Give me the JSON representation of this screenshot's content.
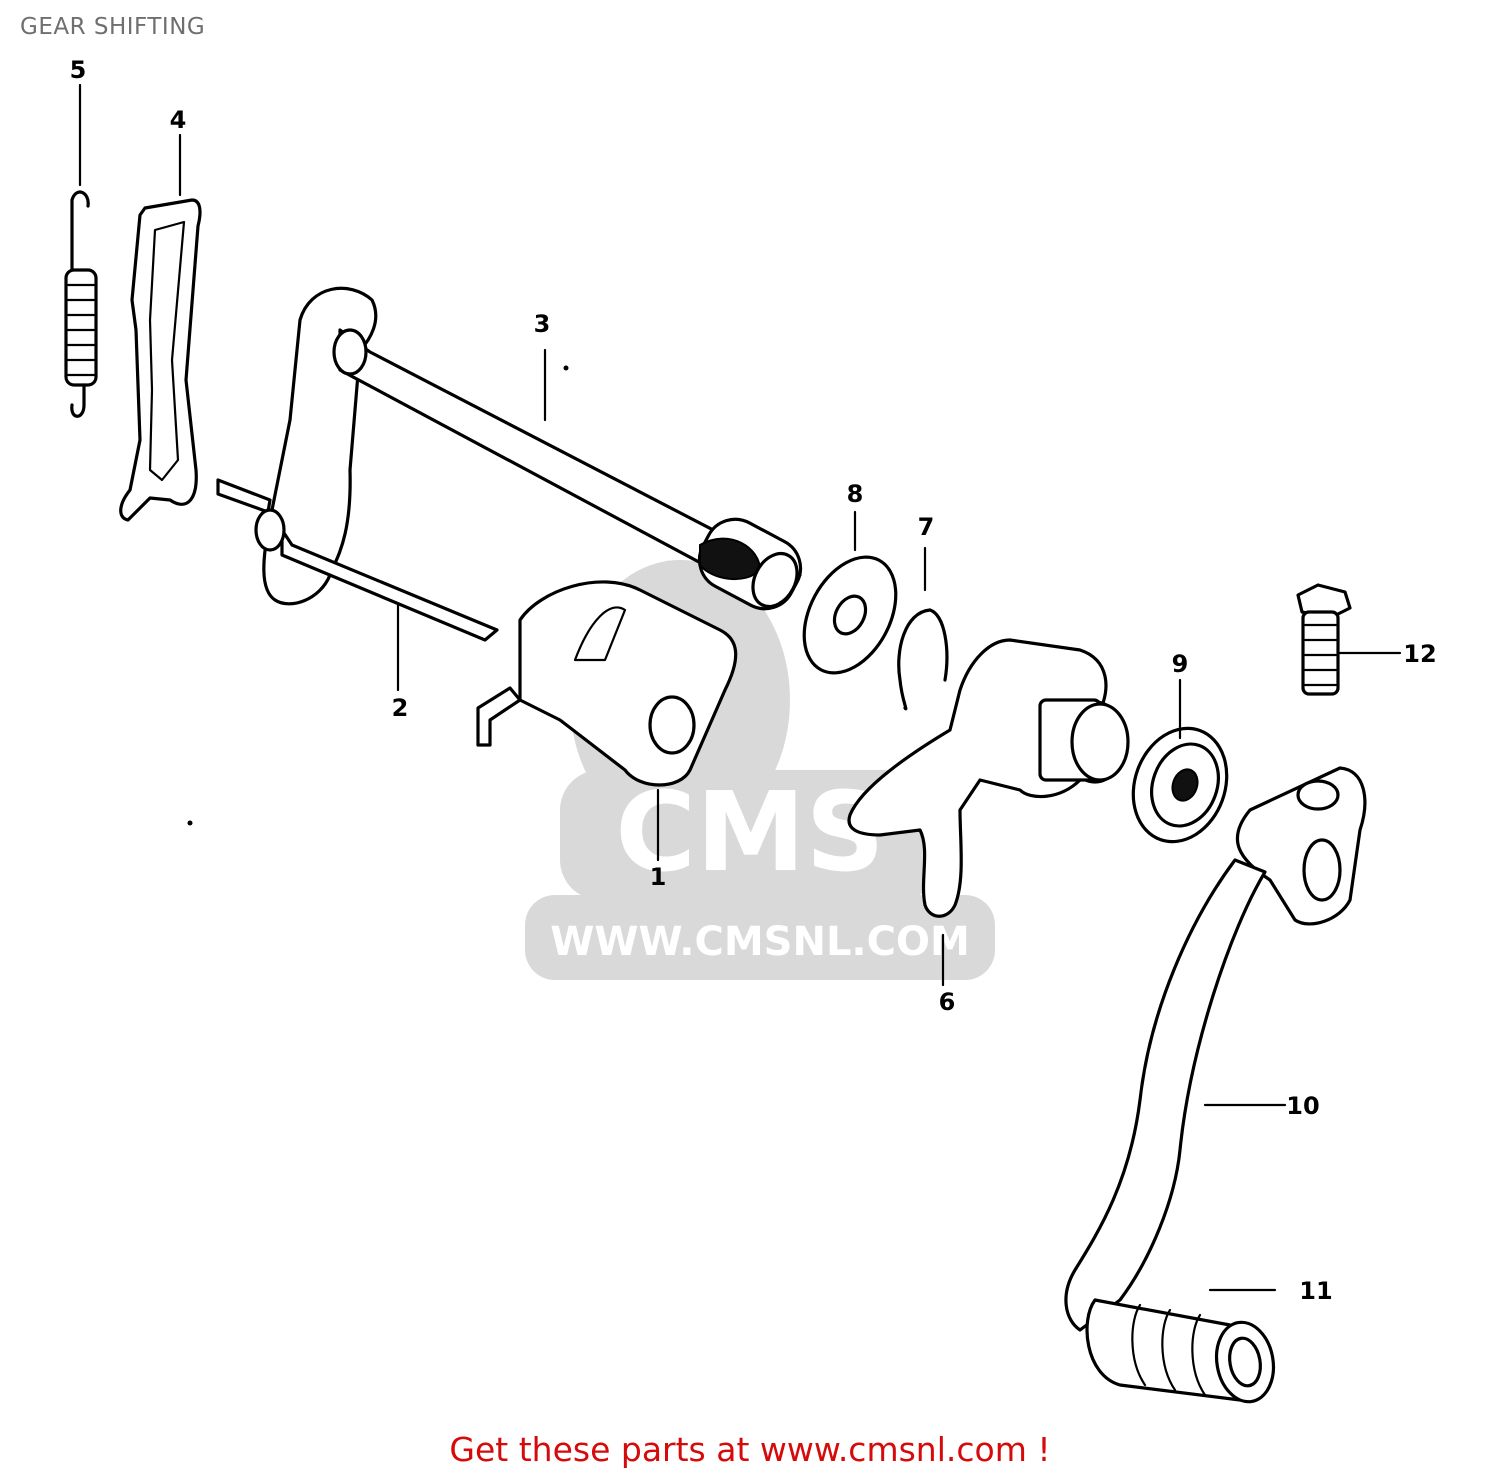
{
  "title": "GEAR SHIFTING",
  "footer": {
    "link_text": "Get these parts at www.cmsnl.com !"
  },
  "watermark": {
    "logo_text": "CMS",
    "url_text": "WWW.CMSNL.COM"
  },
  "callouts": [
    "1",
    "2",
    "3",
    "4",
    "5",
    "6",
    "7",
    "8",
    "9",
    "10",
    "11",
    "12"
  ],
  "colors": {
    "title": "#6f6f6f",
    "link": "#d60a0a",
    "line": "#000000",
    "watermark": "#d9d9d9"
  }
}
